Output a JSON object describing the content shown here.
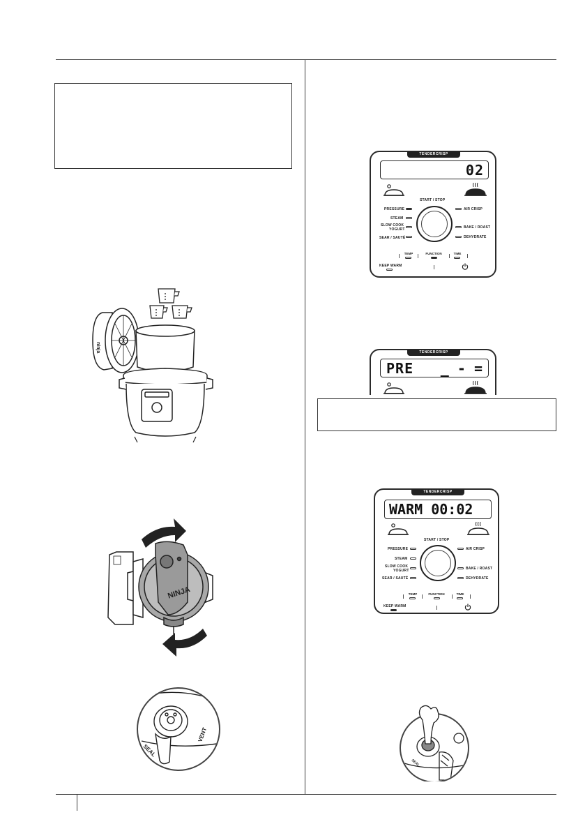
{
  "panel_brand": "TENDERCRISP",
  "display": {
    "panel1": "02",
    "panel2_left": "PRE",
    "panel2_right": "_ - =",
    "panel3": "WARM 00:02"
  },
  "panel_labels": {
    "start_stop": "START / STOP",
    "pressure": "PRESSURE",
    "steam": "STEAM",
    "slow_cook": "SLOW COOK",
    "yogurt": "YOGURT",
    "sear_saute": "SEAR / SAUTÉ",
    "air_crisp": "AIR CRISP",
    "bake_roast": "BAKE / ROAST",
    "dehydrate": "DEHYDRATE",
    "temp": "TEMP",
    "function": "FUNCTION",
    "time": "TIME",
    "keep_warm": "KEEP WARM"
  },
  "cooker_logo": "NINJA",
  "valve_labels": {
    "seal": "SEAL",
    "vent": "VENT"
  },
  "icons": [
    "measuring-cup-icon",
    "pressure-lid-icon",
    "crisping-lid-icon",
    "power-icon",
    "rotate-arrow-icon",
    "steam-icon"
  ]
}
